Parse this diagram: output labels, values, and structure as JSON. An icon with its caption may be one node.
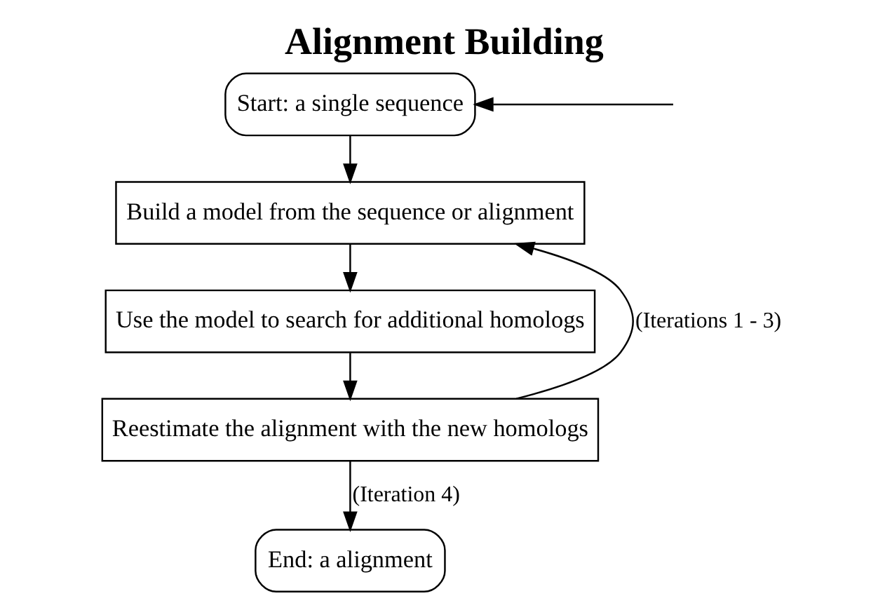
{
  "diagram": {
    "title": "Alignment Building",
    "nodes": [
      {
        "text": [
          "Start: a single sequence"
        ]
      },
      {
        "text": [
          "Build a model from the sequence or alignment"
        ]
      },
      {
        "text": [
          "Use the model to search for additional homologs"
        ]
      },
      {
        "text": [
          "Reestimate the alignment with the new homologs"
        ]
      },
      {
        "text": [
          "End: a alignment"
        ]
      }
    ],
    "edges": [
      {
        "from": null,
        "to": 0,
        "arrow": "to"
      },
      {
        "from": 0,
        "to": 1,
        "arrow": "to"
      },
      {
        "from": 1,
        "to": 2,
        "arrow": "to"
      },
      {
        "from": 2,
        "to": 3,
        "arrow": "to"
      },
      {
        "from": 3,
        "to": 1,
        "arrow": "to",
        "label": "(Iterations 1 - 3)"
      },
      {
        "from": 3,
        "to": 4,
        "arrow": "to",
        "label": "(Iteration 4)"
      }
    ]
  }
}
